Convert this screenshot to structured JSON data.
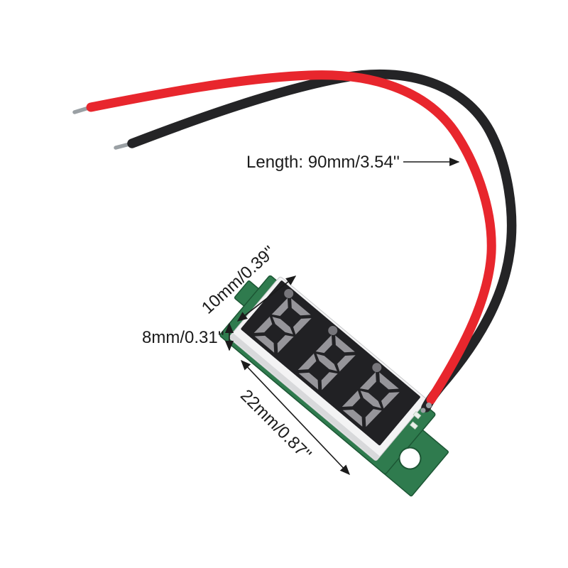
{
  "annotations": {
    "length_label": "Length: 90mm/3.54''",
    "width_label": "10mm/0.39''",
    "height_label": "8mm/0.31''",
    "depth_label": "22mm/0.87''"
  },
  "display": {
    "digit_count": 3,
    "segment_style": "7-segment, all segments unlit (gray)"
  },
  "colors": {
    "background": "#ffffff",
    "annotation_text": "#1b1b1b",
    "wire_red": "#e8262d",
    "wire_black": "#242426",
    "tip_gray": "#9aa0a4",
    "pcb_green": "#2f7b4e",
    "pcb_edge": "#1c5634",
    "display_body": "#f3f3f4",
    "body_shade": "#d8d9db",
    "display_face": "#212124",
    "segment_gray": "#96959a",
    "dot_gray": "#77767b"
  }
}
